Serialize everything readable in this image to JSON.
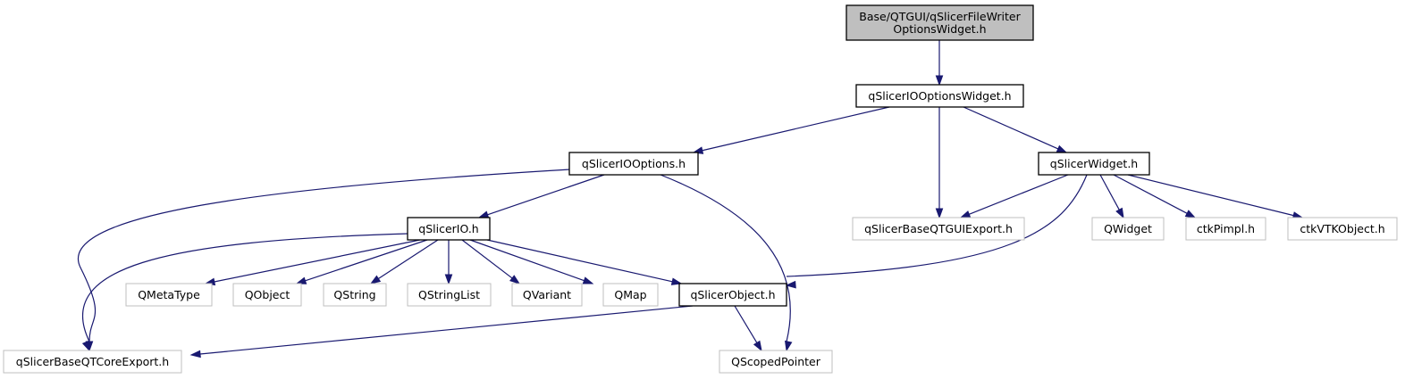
{
  "colors": {
    "edge": "#191970",
    "root_fill": "#bfbfbf",
    "node_fill": "#ffffff",
    "node_border": "#000000",
    "external_border": "#bfbfbf"
  },
  "nodes": {
    "root": {
      "lines": [
        "Base/QTGUI/qSlicerFileWriter",
        "OptionsWidget.h"
      ],
      "kind": "root"
    },
    "ioOptionsWidget": {
      "lines": [
        "qSlicerIOOptionsWidget.h"
      ],
      "kind": "project"
    },
    "ioOptions": {
      "lines": [
        "qSlicerIOOptions.h"
      ],
      "kind": "project"
    },
    "widget": {
      "lines": [
        "qSlicerWidget.h"
      ],
      "kind": "project"
    },
    "io": {
      "lines": [
        "qSlicerIO.h"
      ],
      "kind": "project"
    },
    "qtguiExport": {
      "lines": [
        "qSlicerBaseQTGUIExport.h"
      ],
      "kind": "external"
    },
    "qwidget": {
      "lines": [
        "QWidget"
      ],
      "kind": "external"
    },
    "ctkPimpl": {
      "lines": [
        "ctkPimpl.h"
      ],
      "kind": "external"
    },
    "ctkVTKObject": {
      "lines": [
        "ctkVTKObject.h"
      ],
      "kind": "external"
    },
    "qmetatype": {
      "lines": [
        "QMetaType"
      ],
      "kind": "external"
    },
    "qobject": {
      "lines": [
        "QObject"
      ],
      "kind": "external"
    },
    "qstring": {
      "lines": [
        "QString"
      ],
      "kind": "external"
    },
    "qstringlist": {
      "lines": [
        "QStringList"
      ],
      "kind": "external"
    },
    "qvariant": {
      "lines": [
        "QVariant"
      ],
      "kind": "external"
    },
    "qmap": {
      "lines": [
        "QMap"
      ],
      "kind": "external"
    },
    "object": {
      "lines": [
        "qSlicerObject.h"
      ],
      "kind": "project"
    },
    "qtcoreExport": {
      "lines": [
        "qSlicerBaseQTCoreExport.h"
      ],
      "kind": "external"
    },
    "scopedPointer": {
      "lines": [
        "QScopedPointer"
      ],
      "kind": "external"
    }
  },
  "edges": [
    {
      "from": "root",
      "to": "ioOptionsWidget"
    },
    {
      "from": "ioOptionsWidget",
      "to": "ioOptions"
    },
    {
      "from": "ioOptionsWidget",
      "to": "qtguiExport"
    },
    {
      "from": "ioOptionsWidget",
      "to": "widget"
    },
    {
      "from": "ioOptions",
      "to": "io"
    },
    {
      "from": "ioOptions",
      "to": "qtcoreExport"
    },
    {
      "from": "ioOptions",
      "to": "scopedPointer"
    },
    {
      "from": "widget",
      "to": "qtguiExport"
    },
    {
      "from": "widget",
      "to": "qwidget"
    },
    {
      "from": "widget",
      "to": "ctkPimpl"
    },
    {
      "from": "widget",
      "to": "ctkVTKObject"
    },
    {
      "from": "widget",
      "to": "object"
    },
    {
      "from": "io",
      "to": "qmetatype"
    },
    {
      "from": "io",
      "to": "qobject"
    },
    {
      "from": "io",
      "to": "qstring"
    },
    {
      "from": "io",
      "to": "qstringlist"
    },
    {
      "from": "io",
      "to": "qvariant"
    },
    {
      "from": "io",
      "to": "qmap"
    },
    {
      "from": "io",
      "to": "object"
    },
    {
      "from": "io",
      "to": "qtcoreExport"
    },
    {
      "from": "object",
      "to": "qtcoreExport"
    },
    {
      "from": "object",
      "to": "scopedPointer"
    }
  ]
}
